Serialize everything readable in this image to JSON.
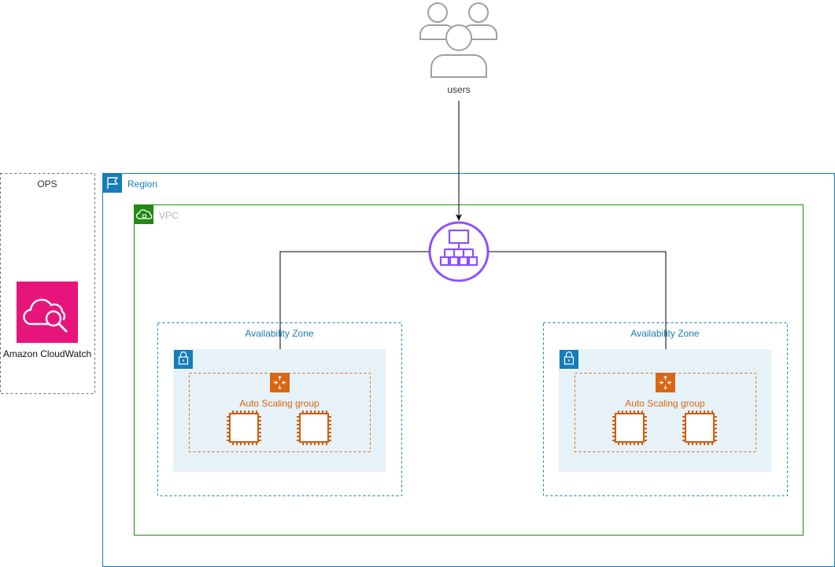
{
  "users": {
    "label": "users"
  },
  "ops": {
    "label": "OPS",
    "service_label": "Amazon CloudWatch",
    "icon": "cloudwatch-icon",
    "color": "#e7157b"
  },
  "region": {
    "label": "Region",
    "color": "#147eba",
    "icon": "region-flag-icon"
  },
  "vpc": {
    "label": "VPC",
    "color": "#248814",
    "label_color": "#aab7b8",
    "icon": "vpc-cloud-icon"
  },
  "load_balancer": {
    "icon": "elastic-load-balancer-icon",
    "color": "#8c4fff"
  },
  "availability_zones": [
    {
      "label": "Availability Zone",
      "asg_label": "Auto Scaling group",
      "subnet_icon": "lock-icon",
      "instance_count": 2
    },
    {
      "label": "Availability Zone",
      "asg_label": "Auto Scaling group",
      "subnet_icon": "lock-icon",
      "instance_count": 2
    }
  ],
  "colors": {
    "az_border": "#147eba",
    "subnet_fill": "#e6f2f8",
    "asg_orange": "#d86613",
    "ec2_orange": "#d45b07",
    "arrow": "#000000",
    "users_grey": "#a0a0a0"
  }
}
